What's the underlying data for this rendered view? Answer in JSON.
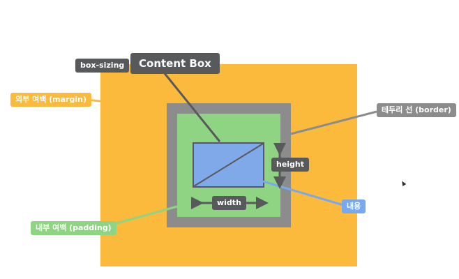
{
  "colors": {
    "margin": "#FBBA3B",
    "border": "#8C8C8C",
    "padding": "#8FD483",
    "content": "#7FA9E8",
    "dark": "#58595B",
    "content_label": "#78A8EE",
    "padding_label": "#8FD483",
    "border_label": "#8C8C8C"
  },
  "labels": {
    "box_sizing": "box-sizing",
    "content_box": "Content Box",
    "margin": "외부 여백 (margin)",
    "border": "테두리 선 (border)",
    "height": "height",
    "width": "width",
    "content": "내용",
    "padding": "내부 여백 (padding)"
  },
  "icons": {
    "cursor": "mouse-pointer-icon"
  }
}
